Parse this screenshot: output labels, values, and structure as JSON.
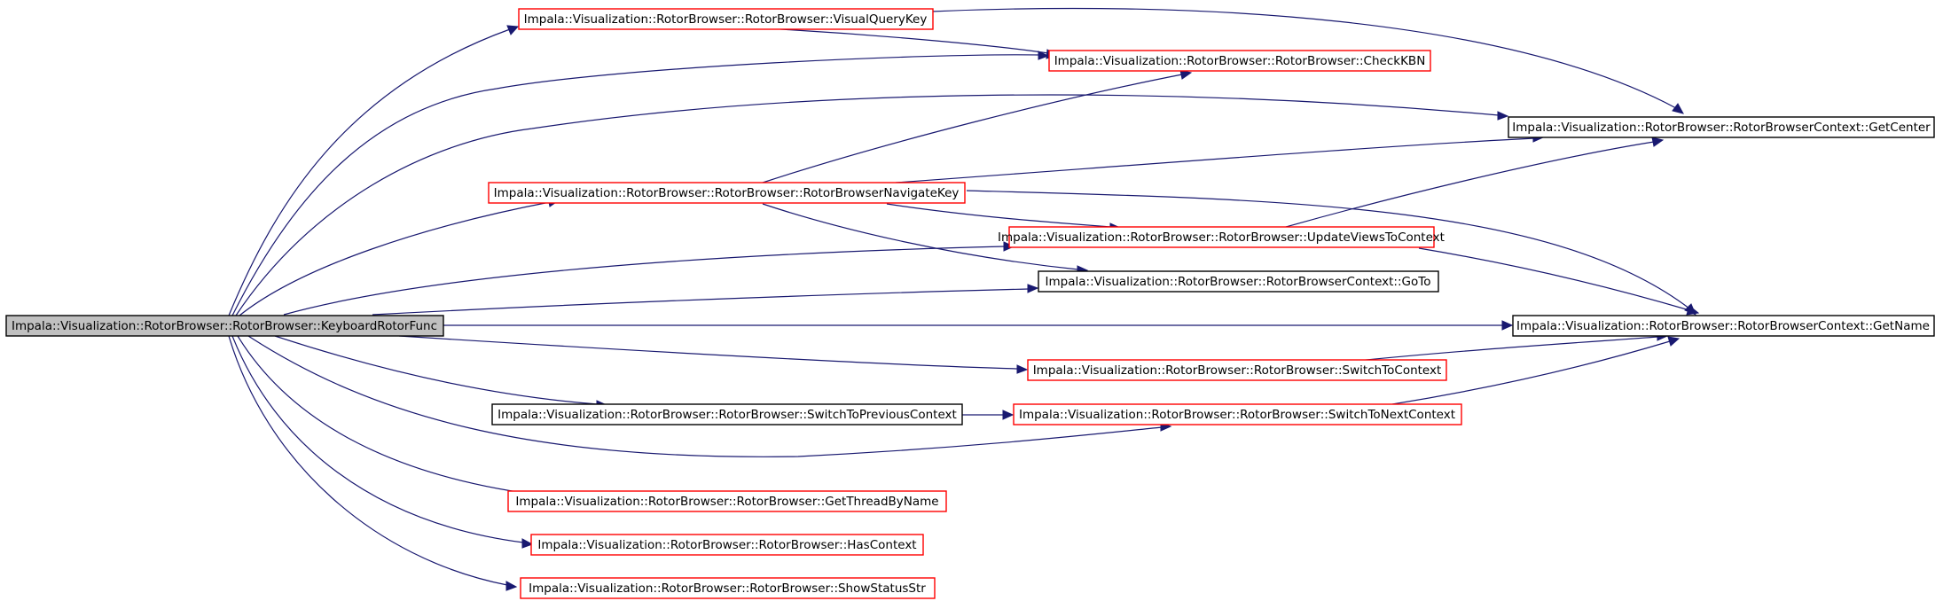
{
  "diagram": {
    "colors": {
      "edge": "#191970",
      "root_fill": "#c0c0c0",
      "linked_border": "#ff0000",
      "plain_border": "#000000"
    },
    "nodes": {
      "keyboard_rotor_func": "Impala::Visualization::RotorBrowser::RotorBrowser::KeyboardRotorFunc",
      "visual_query_key": "Impala::Visualization::RotorBrowser::RotorBrowser::VisualQueryKey",
      "check_kbn": "Impala::Visualization::RotorBrowser::RotorBrowser::CheckKBN",
      "get_center": "Impala::Visualization::RotorBrowser::RotorBrowserContext::GetCenter",
      "rotor_browser_navigate_key": "Impala::Visualization::RotorBrowser::RotorBrowser::RotorBrowserNavigateKey",
      "update_views_to_context": "Impala::Visualization::RotorBrowser::RotorBrowser::UpdateViewsToContext",
      "go_to": "Impala::Visualization::RotorBrowser::RotorBrowserContext::GoTo",
      "get_name": "Impala::Visualization::RotorBrowser::RotorBrowserContext::GetName",
      "switch_to_context": "Impala::Visualization::RotorBrowser::RotorBrowser::SwitchToContext",
      "switch_to_previous_context": "Impala::Visualization::RotorBrowser::RotorBrowser::SwitchToPreviousContext",
      "switch_to_next_context": "Impala::Visualization::RotorBrowser::RotorBrowser::SwitchToNextContext",
      "get_thread_by_name": "Impala::Visualization::RotorBrowser::RotorBrowser::GetThreadByName",
      "has_context": "Impala::Visualization::RotorBrowser::RotorBrowser::HasContext",
      "show_status_str": "Impala::Visualization::RotorBrowser::RotorBrowser::ShowStatusStr"
    }
  }
}
